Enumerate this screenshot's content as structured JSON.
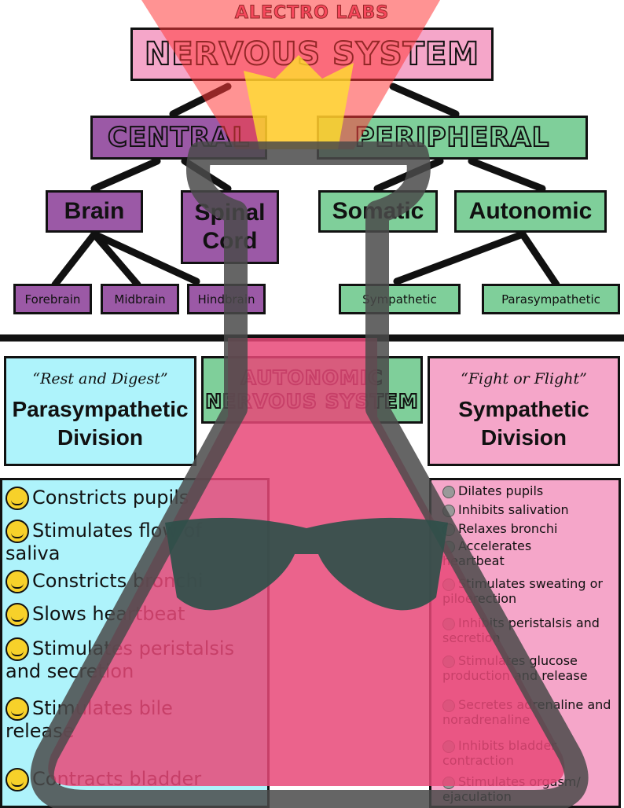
{
  "brand": "ALECTRO LABS",
  "title": "NERVOUS SYSTEM",
  "level1": {
    "central": "CENTRAL",
    "peripheral": "PERIPHERAL"
  },
  "level2": {
    "brain": "Brain",
    "spinal": "Spinal Cord",
    "somatic": "Somatic",
    "autonomic": "Autonomic"
  },
  "level3": {
    "forebrain": "Forebrain",
    "midbrain": "Midbrain",
    "hindbrain": "Hindbrain",
    "sympathetic": "Sympathetic",
    "parasympathetic": "Parasympathetic"
  },
  "ans": "AUTONOMIC NERVOUS SYSTEM",
  "para": {
    "quote": "“Rest and Digest”",
    "name": "Parasympathetic Division"
  },
  "symp": {
    "quote": "“Fight or Flight”",
    "name": "Sympathetic Division"
  },
  "para_list": [
    "Constricts pupils",
    "Stimulates flow of saliva",
    "Constricts bronchi",
    "Slows heartbeat",
    "Stimulates peristalsis and secretion",
    "Stimulates bile release",
    "Contracts bladder"
  ],
  "symp_list": [
    "Dilates pupils",
    "Inhibits salivation",
    "Relaxes bronchi",
    "Accelerates heartbeat",
    "Stimulates sweating or piloerection",
    "Inhibits peristalsis and secretion",
    "Stimulates glucose production and release",
    "Secretes adrenaline and noradrenaline",
    "Inhibits bladder contraction",
    "Stimulates orgasm/ ejaculation"
  ],
  "colors": {
    "purple": "#9b59a6",
    "green": "#7fcf9a",
    "pink": "#f5a6c9",
    "cyan": "#aef3fb",
    "flask_liquid": "#e84878"
  },
  "icons": {
    "para_bullet": "sleepy-face-icon",
    "symp_bullet": "circle-icon"
  }
}
